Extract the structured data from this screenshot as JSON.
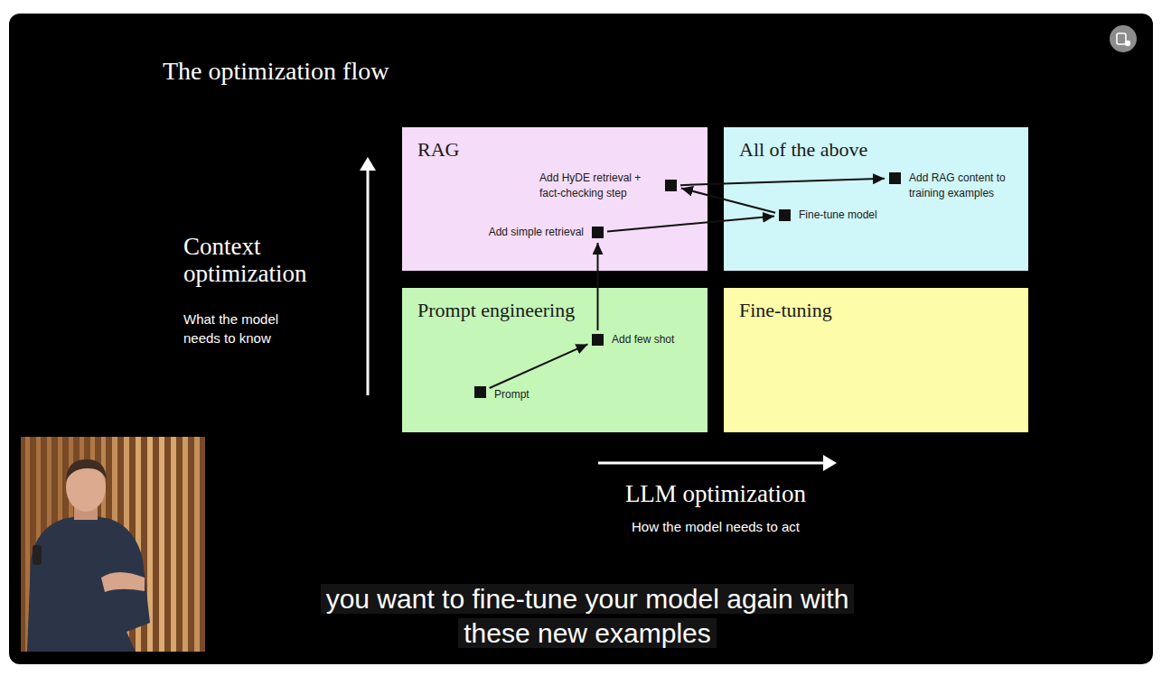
{
  "diagram": {
    "title": "The optimization flow",
    "nodes": [
      {
        "text": [
          "RAG"
        ]
      },
      {
        "text": [
          "All of the above"
        ]
      },
      {
        "text": [
          "Prompt engineering"
        ]
      },
      {
        "text": [
          "Fine-tuning"
        ]
      },
      {
        "text": [
          "Add HyDE retrieval + fact-checking step"
        ],
        "in": 0
      },
      {
        "text": [
          "Add simple retrieval"
        ],
        "in": 0
      },
      {
        "text": [
          "Add RAG content to training examples"
        ],
        "in": 1
      },
      {
        "text": [
          "Fine-tune model"
        ],
        "in": 1
      },
      {
        "text": [
          "Add few shot"
        ],
        "in": 2
      },
      {
        "text": [
          "Prompt"
        ],
        "in": 2
      }
    ],
    "edges": [
      {
        "from": 9,
        "to": 8,
        "arrow": "to"
      },
      {
        "from": 8,
        "to": 5,
        "arrow": "to"
      },
      {
        "from": 5,
        "to": 7,
        "arrow": "to"
      },
      {
        "from": 7,
        "to": 4,
        "arrow": "to"
      },
      {
        "from": 4,
        "to": 6,
        "arrow": "to"
      }
    ],
    "labels": [
      "Context optimization",
      "What the model needs to know",
      "LLM optimization",
      "How the model needs to act",
      "you want to fine-tune your model again with these new examples"
    ]
  }
}
